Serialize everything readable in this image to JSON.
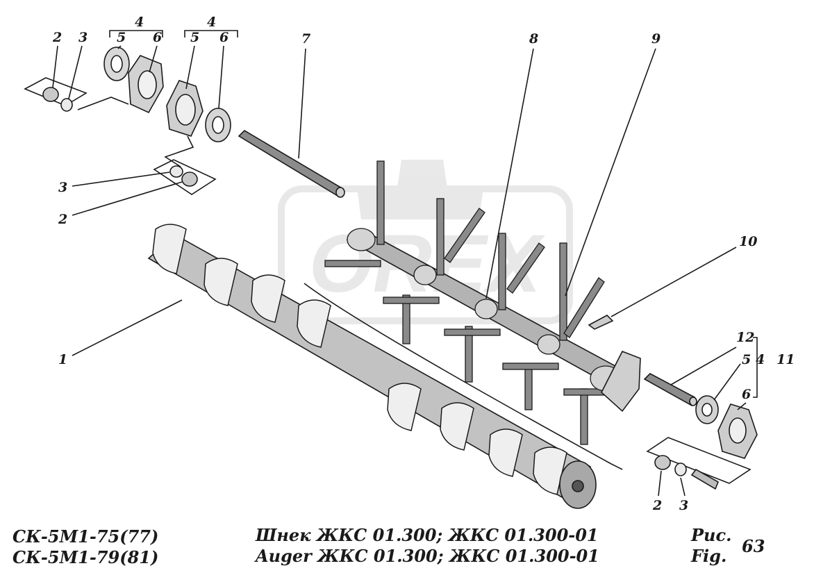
{
  "figure": {
    "callouts": [
      {
        "id": "c2a",
        "text": "2"
      },
      {
        "id": "c3a",
        "text": "3"
      },
      {
        "id": "c4a",
        "text": "4"
      },
      {
        "id": "c5a",
        "text": "5"
      },
      {
        "id": "c6a",
        "text": "6"
      },
      {
        "id": "c4b",
        "text": "4"
      },
      {
        "id": "c5b",
        "text": "5"
      },
      {
        "id": "c6b",
        "text": "6"
      },
      {
        "id": "c7",
        "text": "7"
      },
      {
        "id": "c8",
        "text": "8"
      },
      {
        "id": "c9",
        "text": "9"
      },
      {
        "id": "c10",
        "text": "10"
      },
      {
        "id": "c3b",
        "text": "3"
      },
      {
        "id": "c2b",
        "text": "2"
      },
      {
        "id": "c1",
        "text": "1"
      },
      {
        "id": "c12",
        "text": "12"
      },
      {
        "id": "c5c",
        "text": "5"
      },
      {
        "id": "c4c",
        "text": "4"
      },
      {
        "id": "c11",
        "text": "11"
      },
      {
        "id": "c6c",
        "text": "6"
      },
      {
        "id": "c2c",
        "text": "2"
      },
      {
        "id": "c3c",
        "text": "3"
      }
    ],
    "watermark": "OREX"
  },
  "caption": {
    "model_lines": [
      "СК-5М1-75(77)",
      "СК-5М1-79(81)"
    ],
    "title_lines": [
      "Шнек ЖКС 01.300; ЖКС 01.300-01",
      "Auger ЖКС 01.300; ЖКС 01.300-01"
    ],
    "fig_lines": [
      "Рис.",
      "Fig."
    ],
    "fig_number": "63"
  }
}
